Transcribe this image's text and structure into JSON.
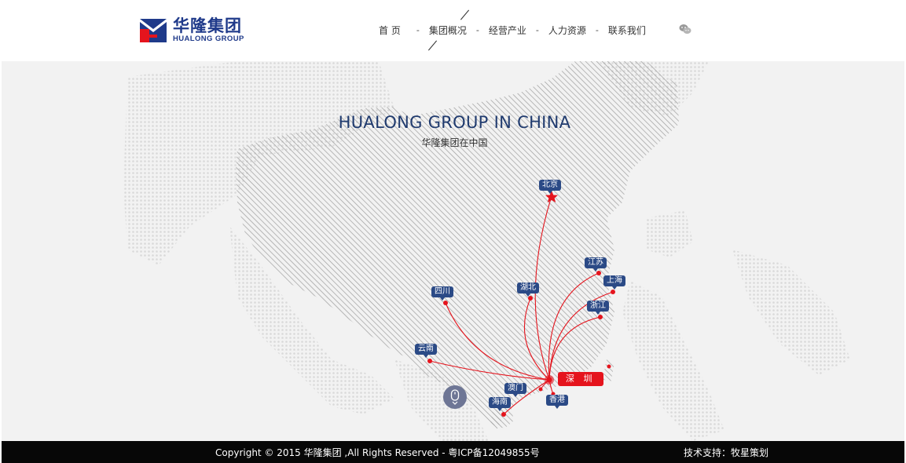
{
  "header": {
    "logo_cn": "华隆集团",
    "logo_en": "HUALONG GROUP",
    "nav": [
      {
        "label": "首 页"
      },
      {
        "label": "集团概况"
      },
      {
        "label": "经营产业"
      },
      {
        "label": "人力资源"
      },
      {
        "label": "联系我们"
      }
    ],
    "separator": "-",
    "icon": "wechat-icon"
  },
  "main": {
    "title": "HUALONG GROUP IN CHINA",
    "subtitle": "华隆集团在中国",
    "hub": "深 圳",
    "cities": {
      "beijing": "北京",
      "jiangsu": "江苏",
      "shanghai": "上海",
      "zhejiang": "浙江",
      "hubei": "湖北",
      "sichuan": "四川",
      "yunnan": "云南",
      "macau": "澳门",
      "hainan": "海南",
      "hongkong": "香港"
    },
    "colors": {
      "accent": "#e5141d",
      "tag": "#2b4a86",
      "title": "#1f3a6e"
    }
  },
  "footer": {
    "copyright": "Copyright © 2015 华隆集团 ,All Rights Reserved - 粤ICP备12049855号",
    "support": "技术支持：牧星策划"
  }
}
